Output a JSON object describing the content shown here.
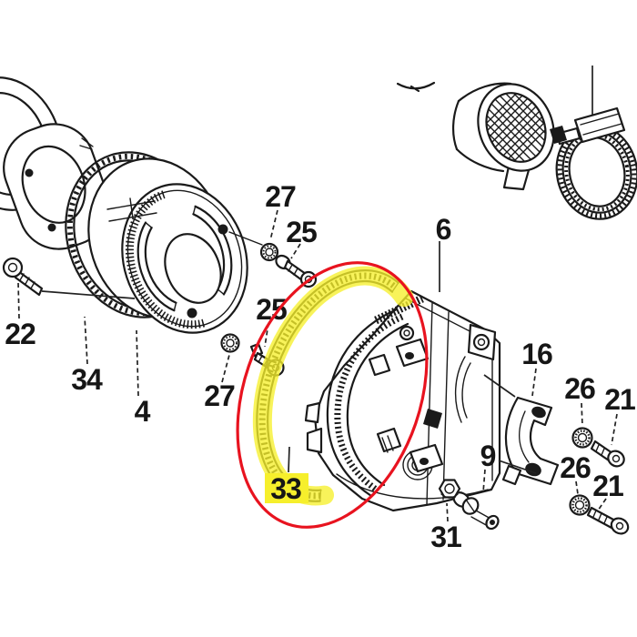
{
  "diagram_type": "exploded-parts-diagram",
  "colors": {
    "background": "#ffffff",
    "line": "#1a1a1a",
    "red": "#e8131f",
    "yellow": "#f6ef2c"
  },
  "highlight": {
    "circled_part_number": "33",
    "annotation": "hand-drawn red ellipse around yellow-highlighted gasket ring and its label"
  },
  "part_numbers_visible": [
    "4",
    "6",
    "9",
    "16",
    "21",
    "22",
    "25",
    "26",
    "27",
    "31",
    "33",
    "34"
  ],
  "labels": [
    {
      "text": "22"
    },
    {
      "text": "34"
    },
    {
      "text": "4"
    },
    {
      "text": "27"
    },
    {
      "text": "25"
    },
    {
      "text": "25"
    },
    {
      "text": "27"
    },
    {
      "text": "33"
    },
    {
      "text": "6"
    },
    {
      "text": "16"
    },
    {
      "text": "26"
    },
    {
      "text": "21"
    },
    {
      "text": "9"
    },
    {
      "text": "26"
    },
    {
      "text": "21"
    },
    {
      "text": "31"
    }
  ]
}
